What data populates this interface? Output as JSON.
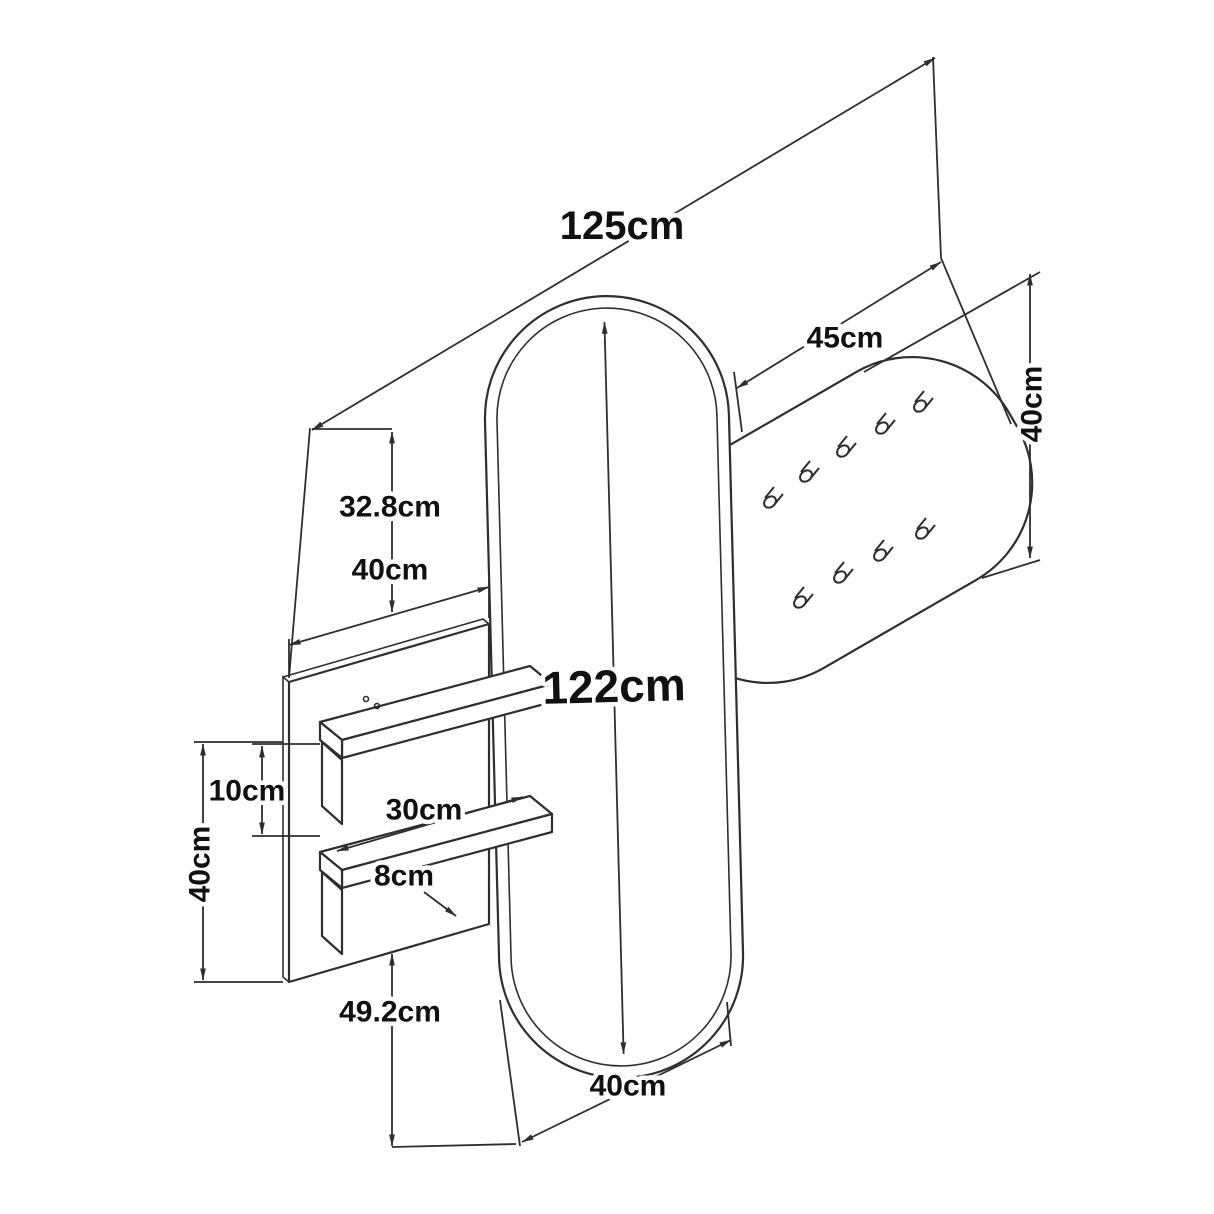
{
  "diagram": {
    "background_color": "#ffffff",
    "line_color": "#2e2e2e",
    "text_color": "#111111",
    "labels": {
      "total_width": "125cm",
      "mirror_height": "122cm",
      "mirror_width": "40cm",
      "hook_panel_width": "45cm",
      "hook_panel_height": "40cm",
      "top_offset": "32.8cm",
      "shelf_panel_width": "40cm",
      "shelf_panel_height": "40cm",
      "shelf_gap": "10cm",
      "shelf_length": "30cm",
      "shelf_thickness": "8cm",
      "bottom_offset": "49.2cm"
    }
  }
}
